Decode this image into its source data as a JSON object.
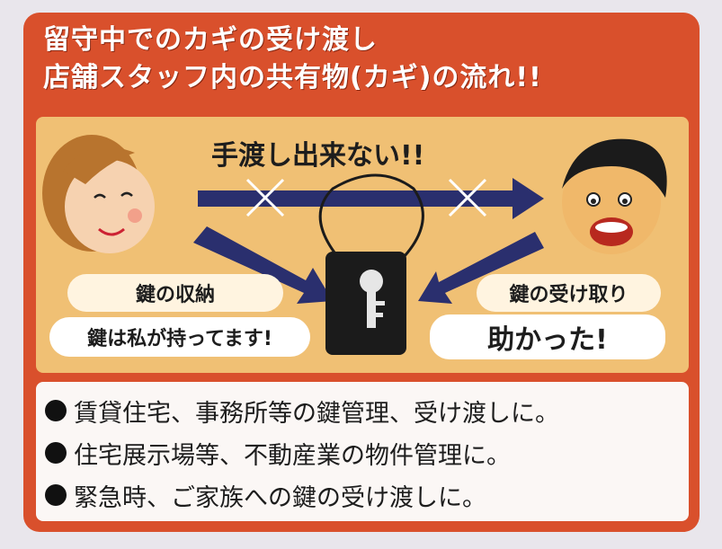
{
  "title": {
    "line1": "留守中でのカギの受け渡し",
    "line2": "店舗スタッフ内の共有物(カギ)の流れ!!"
  },
  "illustration": {
    "top_caption": "手渡し出来ない!!",
    "left_caption": "鍵の収納",
    "left_bubble": "鍵は私が持ってます!",
    "right_caption": "鍵の受け取り",
    "right_bubble": "助かった!"
  },
  "bullets": [
    "賃貸住宅、事務所等の鍵管理、受け渡しに。",
    "住宅展示場等、不動産業の物件管理に。",
    "緊急時、ご家族への鍵の受け渡しに。"
  ],
  "colors": {
    "frame": "#d9502c",
    "panel": "#f0c074",
    "arrow": "#2a2f6e",
    "list_bg": "#fbf7f5"
  }
}
